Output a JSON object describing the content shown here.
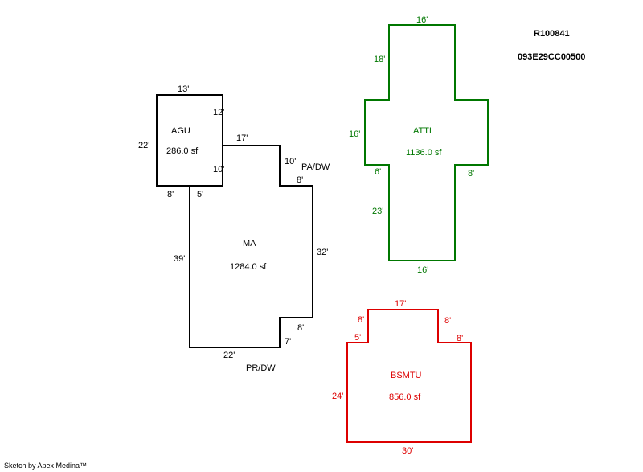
{
  "header": {
    "parcel_id": "R100841",
    "map_number": "093E29CC00500"
  },
  "footer": {
    "credit": "Sketch by Apex Medina™"
  },
  "colors": {
    "main": "#000000",
    "attl": "#007700",
    "bsmtu": "#dd0000"
  },
  "areas": {
    "agu": {
      "name": "AGU",
      "area": "286.0 sf",
      "dims": {
        "top": "13'",
        "right_upper": "12'",
        "left": "22'",
        "right_lower": "10'",
        "bottom_left": "8'",
        "bottom_right": "5'"
      }
    },
    "ma": {
      "name": "MA",
      "area": "1284.0 sf",
      "dims": {
        "top": "17'",
        "right_step": "10'",
        "step_top": "8'",
        "right": "32'",
        "left": "39'",
        "notch_top": "8'",
        "notch_side": "7'",
        "bottom": "22'"
      }
    },
    "attl": {
      "name": "ATTL",
      "area": "1136.0 sf",
      "dims": {
        "top": "16'",
        "upper_left": "18'",
        "middle_left": "16'",
        "left_step": "6'",
        "right_step": "8'",
        "lower_left": "23'",
        "bottom": "16'"
      }
    },
    "bsmtu": {
      "name": "BSMTU",
      "area": "856.0 sf",
      "dims": {
        "top": "17'",
        "left_upper": "8'",
        "right_upper": "8'",
        "left_step": "5'",
        "right_step": "8'",
        "left": "24'",
        "bottom": "30'"
      }
    }
  },
  "annotations": {
    "pa_dw": "PA/DW",
    "pr_dw": "PR/DW"
  }
}
